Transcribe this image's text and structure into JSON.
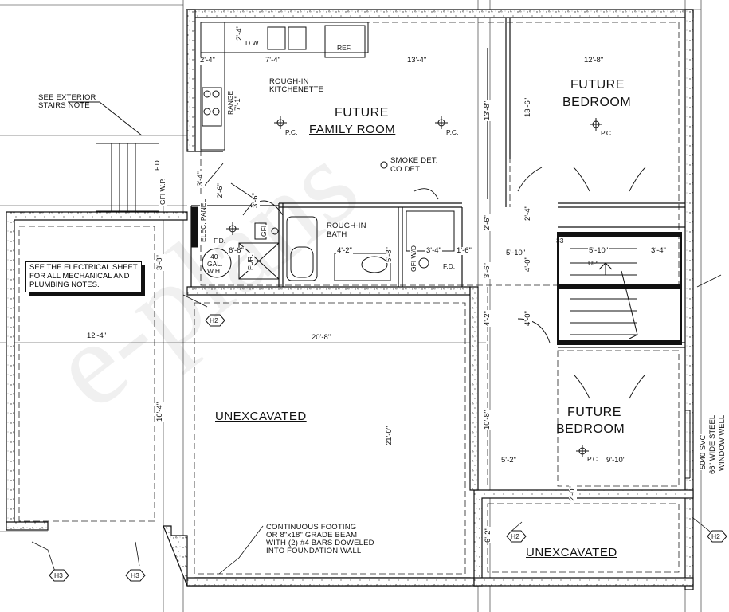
{
  "rooms": {
    "family_room": "FUTURE\nFAMILY ROOM",
    "family_room_l1": "FUTURE",
    "family_room_l2": "FAMILY ROOM",
    "bedroom_top_l1": "FUTURE",
    "bedroom_top_l2": "BEDROOM",
    "bedroom_bottom_l1": "FUTURE",
    "bedroom_bottom_l2": "BEDROOM",
    "unexcavated_main": "UNEXCAVATED",
    "unexcavated_small": "UNEXCAVATED"
  },
  "notes": {
    "kitchenette": [
      "ROUGH-IN",
      "KITCHENETTE"
    ],
    "bath": [
      "ROUGH-IN",
      "BATH"
    ],
    "smoke": [
      "SMOKE DET.",
      "CO DET."
    ],
    "exterior_stairs": [
      "SEE EXTERIOR",
      "STAIRS NOTE"
    ],
    "electrical": [
      "SEE THE ELECTRICAL SHEET",
      "FOR ALL MECHANICAL AND",
      "PLUMBING NOTES."
    ],
    "footing": [
      "CONTINUOUS FOOTING",
      "OR 8\"x18\" GRADE BEAM",
      "WITH (2) #4 BARS DOWELED",
      "INTO FOUNDATION WALL"
    ],
    "window_well": [
      "5040 SVC",
      "66\" WIDE STEEL",
      "WINDOW WELL"
    ],
    "dw": "D.W.",
    "ref": "REF.",
    "range": "RANGE",
    "pc": "P.C.",
    "up": "UP",
    "elec_panel": "ELEC. PANEL",
    "fd": "F.D.",
    "gal": [
      "40",
      "GAL.",
      "W.H."
    ],
    "fur": "FUR.",
    "gfi_wp": "GFI W.P.",
    "gfi": "GFI",
    "gfi_wd": "GFI W/D",
    "h2": "H2",
    "h3": "H3"
  },
  "dims": {
    "d_2_4": "2'-4\"",
    "d_7_4": "7'-4\"",
    "d_13_4": "13'-4\"",
    "d_12_8": "12'-8\"",
    "d_7_1": "7'-1\"",
    "d_2_4_top": "2'-4\"",
    "d_13_8": "13'-8\"",
    "d_13_6": "13'-6\"",
    "d_3_4": "3'-4\"",
    "d_2_6": "2'-6\"",
    "d_3_6": "3'-6\"",
    "d_6_8": "6'-8\"",
    "d_4_2": "4'-2\"",
    "d_5_8": "5'-8\"",
    "d_3_4b": "3'-4\"",
    "d_1_6": "1'-6\"",
    "d_5_10": "5'-10\"",
    "d_5_10b": "5'-10\"",
    "d_3_4c": "3'-4\"",
    "d_33": "33",
    "d_2_6b": "2'-6\"",
    "d_2_4b": "2'-4\"",
    "d_3_6b": "3'-6\"",
    "d_4_0": "4'-0\"",
    "d_4_0b": "4'-0\"",
    "d_4_2b": "4'-2\"",
    "d_3_8": "3'-8\"",
    "d_12_4": "12'-4\"",
    "d_20_8": "20'-8\"",
    "d_16_4": "16'-4\"",
    "d_21_0": "21'-0\"",
    "d_10_8": "10'-8\"",
    "d_5_2": "5'-2\"",
    "d_9_10": "9'-10\"",
    "d_2_0": "2'-0\"",
    "d_6_2": "6'-2\""
  },
  "watermark": "e-plans"
}
